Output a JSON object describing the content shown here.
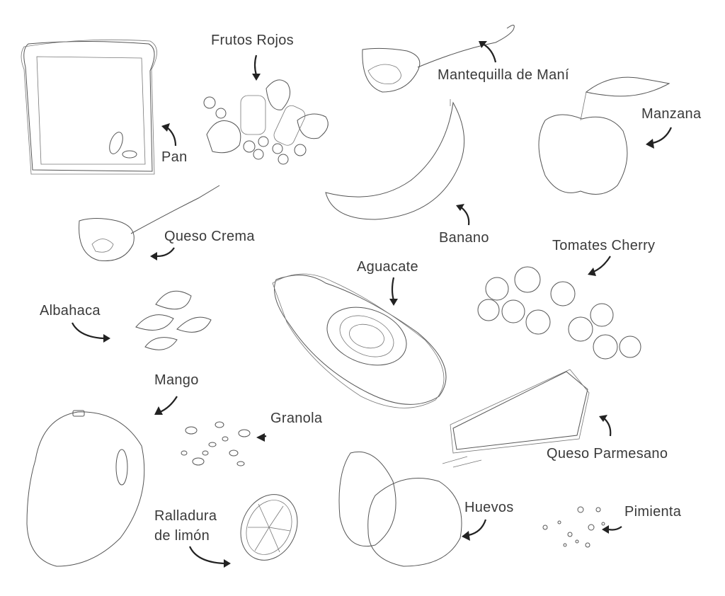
{
  "labels": {
    "frutos_rojos": "Frutos Rojos",
    "mantequilla": "Mantequilla de Maní",
    "manzana": "Manzana",
    "pan": "Pan",
    "banano": "Banano",
    "queso_crema": "Queso Crema",
    "tomates": "Tomates Cherry",
    "aguacate": "Aguacate",
    "albahaca": "Albahaca",
    "mango": "Mango",
    "granola": "Granola",
    "parmesano": "Queso Parmesano",
    "huevos": "Huevos",
    "pimienta": "Pimienta",
    "ralladura_1": "Ralladura",
    "ralladura_2": "de limón"
  }
}
